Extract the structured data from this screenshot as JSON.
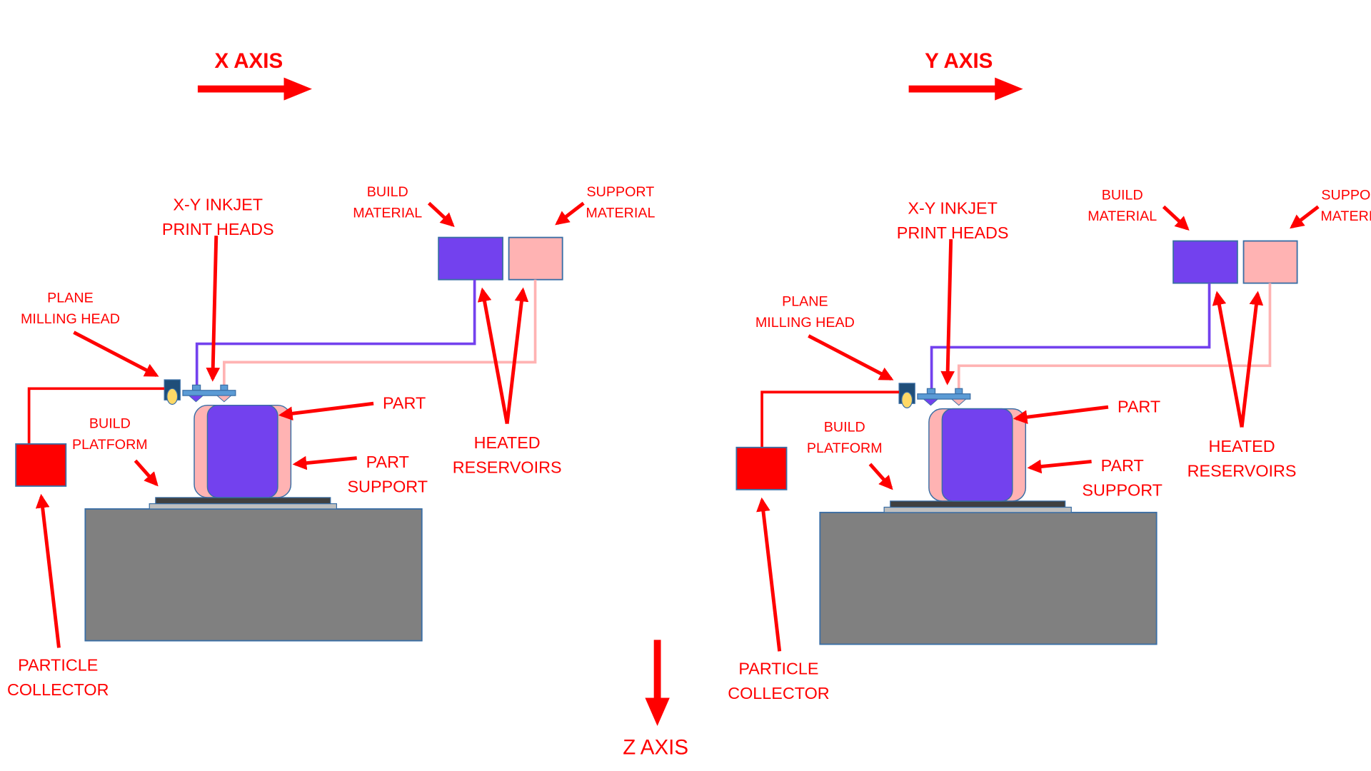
{
  "axes": {
    "x": "X AXIS",
    "y": "Y AXIS",
    "z": "Z AXIS"
  },
  "diagrams": [
    {
      "name": "x-axis-view",
      "labels": {
        "print_heads": [
          "X-Y INKJET",
          "PRINT HEADS"
        ],
        "build_material": [
          "BUILD",
          "MATERIAL"
        ],
        "support_material": [
          "SUPPORT",
          "MATERIAL"
        ],
        "milling_head": [
          "PLANE",
          "MILLING HEAD"
        ],
        "build_platform": [
          "BUILD",
          "PLATFORM"
        ],
        "part": [
          "PART"
        ],
        "part_support": [
          "PART",
          "SUPPORT"
        ],
        "heated_reservoirs": [
          "HEATED",
          "RESERVOIRS"
        ],
        "particle_collector": [
          "PARTICLE",
          "COLLECTOR"
        ]
      }
    },
    {
      "name": "y-axis-view",
      "labels": {
        "print_heads": [
          "X-Y INKJET",
          "PRINT HEADS"
        ],
        "build_material": [
          "BUILD",
          "MATERIAL"
        ],
        "support_material": [
          "SUPPORT",
          "MATERIAL"
        ],
        "milling_head": [
          "PLANE",
          "MILLING HEAD"
        ],
        "build_platform": [
          "BUILD",
          "PLATFORM"
        ],
        "part": [
          "PART"
        ],
        "part_support": [
          "PART",
          "SUPPORT"
        ],
        "heated_reservoirs": [
          "HEATED",
          "RESERVOIRS"
        ],
        "particle_collector": [
          "PARTICLE",
          "COLLECTOR"
        ]
      }
    }
  ],
  "colors": {
    "label": "#ff0000",
    "build_material": "#7341ee",
    "support_material": "#ffb3b3",
    "outline": "#3a6ea5",
    "head": "#5b9bd5",
    "milling": "#1f4e79",
    "milling_bit": "#ffd966",
    "base": "#808080",
    "platform_top": "#404040",
    "platform_plate": "#bfbfbf"
  }
}
